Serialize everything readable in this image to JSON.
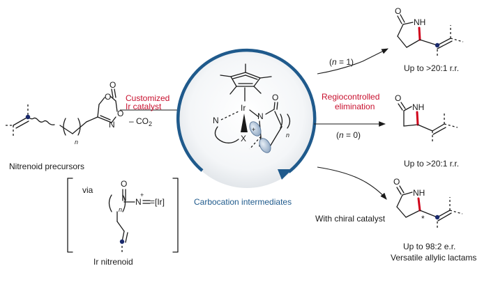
{
  "labels": {
    "catalyst_line1": "Customized",
    "catalyst_line2": "Ir catalyst",
    "co2_loss": "– CO",
    "co2_sub": "2",
    "precursors": "Nitrenoid precursors",
    "via": "via",
    "ir_nitrenoid": "Ir nitrenoid",
    "carbocation": "Carbocation intermediates",
    "elim_line1": "Regiocontrolled",
    "elim_line2": "elimination",
    "n1_prefix": "(",
    "n1_n": "n",
    "n1_rest": " = 1)",
    "n0_prefix": "(",
    "n0_n": "n",
    "n0_rest": " = 0)",
    "rr1": "Up to >20:1 r.r.",
    "rr2": "Up to >20:1 r.r.",
    "chiral": "With chiral catalyst",
    "er": "Up to 98:2 e.r.",
    "versatile": "Versatile allylic lactams"
  },
  "atoms": {
    "O": "O",
    "N": "N",
    "NH": "NH",
    "Ir": "Ir",
    "X": "X",
    "n": "n",
    "Ir_bracket": "=[Ir]",
    "plus": "+",
    "star": "*"
  },
  "colors": {
    "red_label": "#c8102e",
    "blue_label": "#1f5a8c",
    "red_bond": "#d0021b",
    "navy_dot": "#1a2a6c",
    "ring": "#1f5a8c"
  }
}
